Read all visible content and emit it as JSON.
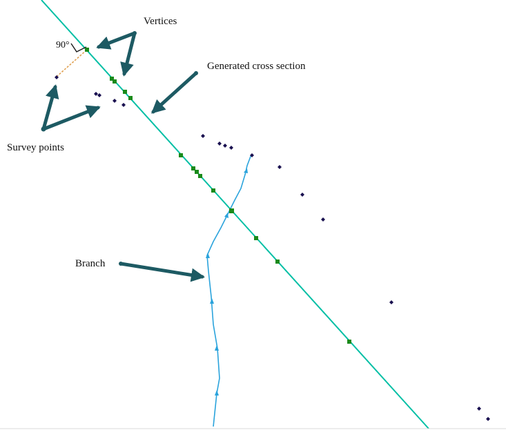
{
  "labels": {
    "vertices": "Vertices",
    "cross_section": "Generated cross section",
    "survey_points": "Survey points",
    "branch": "Branch",
    "angle": "90°"
  },
  "colors": {
    "cross_section_line": "#00bfa5",
    "vertex": "#1a8a1a",
    "survey_point": "#1a1150",
    "branch": "#2aa3dc",
    "callout_arrow": "#1d5a63",
    "perpendicular": "#e0a050"
  }
}
